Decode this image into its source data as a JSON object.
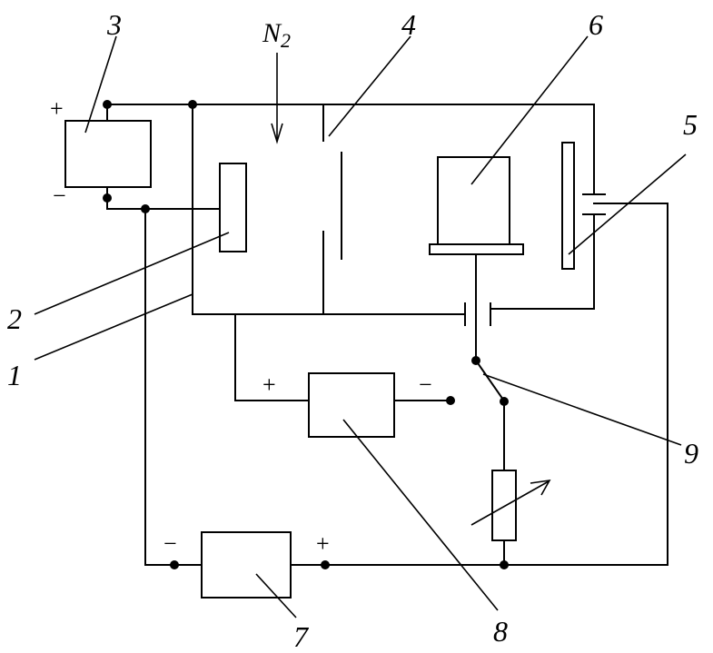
{
  "gas_label": {
    "main": "N",
    "sub": "2"
  },
  "callouts": {
    "c1": "1",
    "c2": "2",
    "c3": "3",
    "c4": "4",
    "c5": "5",
    "c6": "6",
    "c7": "7",
    "c8": "8",
    "c9": "9"
  },
  "signs": {
    "psu3_plus": "+",
    "psu3_minus": "−",
    "psu8_plus": "+",
    "psu8_minus": "−",
    "psu7_minus": "−",
    "psu7_plus": "+"
  }
}
